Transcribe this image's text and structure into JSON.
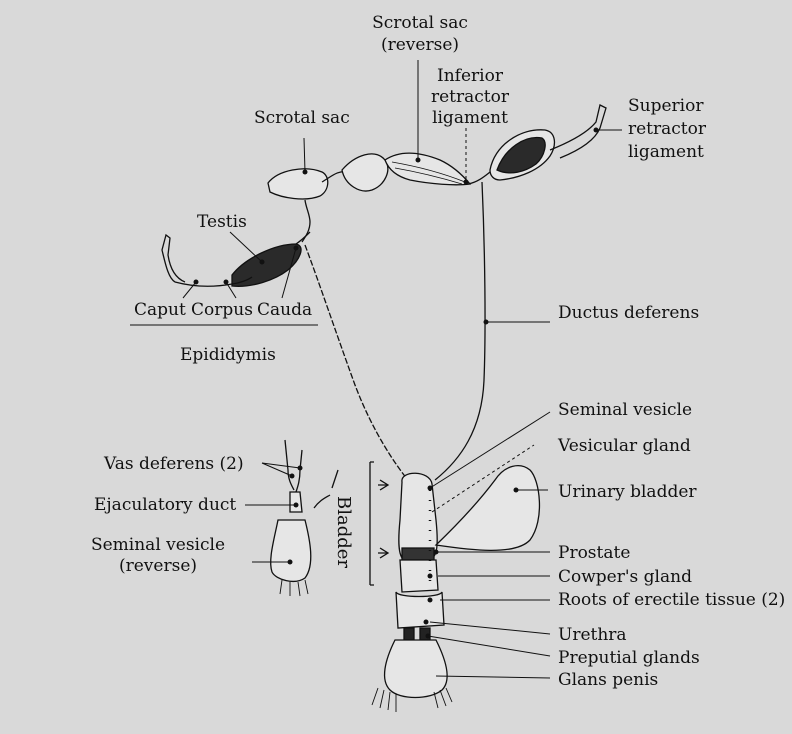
{
  "labels": {
    "scrotal_sac": "Scrotal sac",
    "scrotal_sac_reverse_1": "Scrotal sac",
    "scrotal_sac_reverse_2": "(reverse)",
    "inferior_retractor_1": "Inferior",
    "inferior_retractor_2": "retractor",
    "inferior_retractor_3": "ligament",
    "superior_retractor_1": "Superior",
    "superior_retractor_2": "retractor",
    "superior_retractor_3": "ligament",
    "testis": "Testis",
    "caput": "Caput",
    "corpus": "Corpus",
    "cauda": "Cauda",
    "epididymis": "Epididymis",
    "ductus_deferens": "Ductus deferens",
    "seminal_vesicle": "Seminal vesicle",
    "vesicular_gland": "Vesicular gland",
    "urinary_bladder": "Urinary bladder",
    "vas_deferens": "Vas deferens (2)",
    "ejaculatory_duct": "Ejaculatory duct",
    "seminal_vesicle_reverse_1": "Seminal vesicle",
    "seminal_vesicle_reverse_2": "(reverse)",
    "bladder": "Bladder",
    "prostate": "Prostate",
    "cowpers_gland": "Cowper's gland",
    "roots_erectile": "Roots of erectile tissue (2)",
    "urethra": "Urethra",
    "preputial_glands": "Preputial glands",
    "glans_penis": "Glans penis"
  },
  "colors": {
    "background": "#d9d9d9",
    "ink": "#111111",
    "organ_fill": "#e6e6e6",
    "dark_fill": "#2a2a2a"
  }
}
